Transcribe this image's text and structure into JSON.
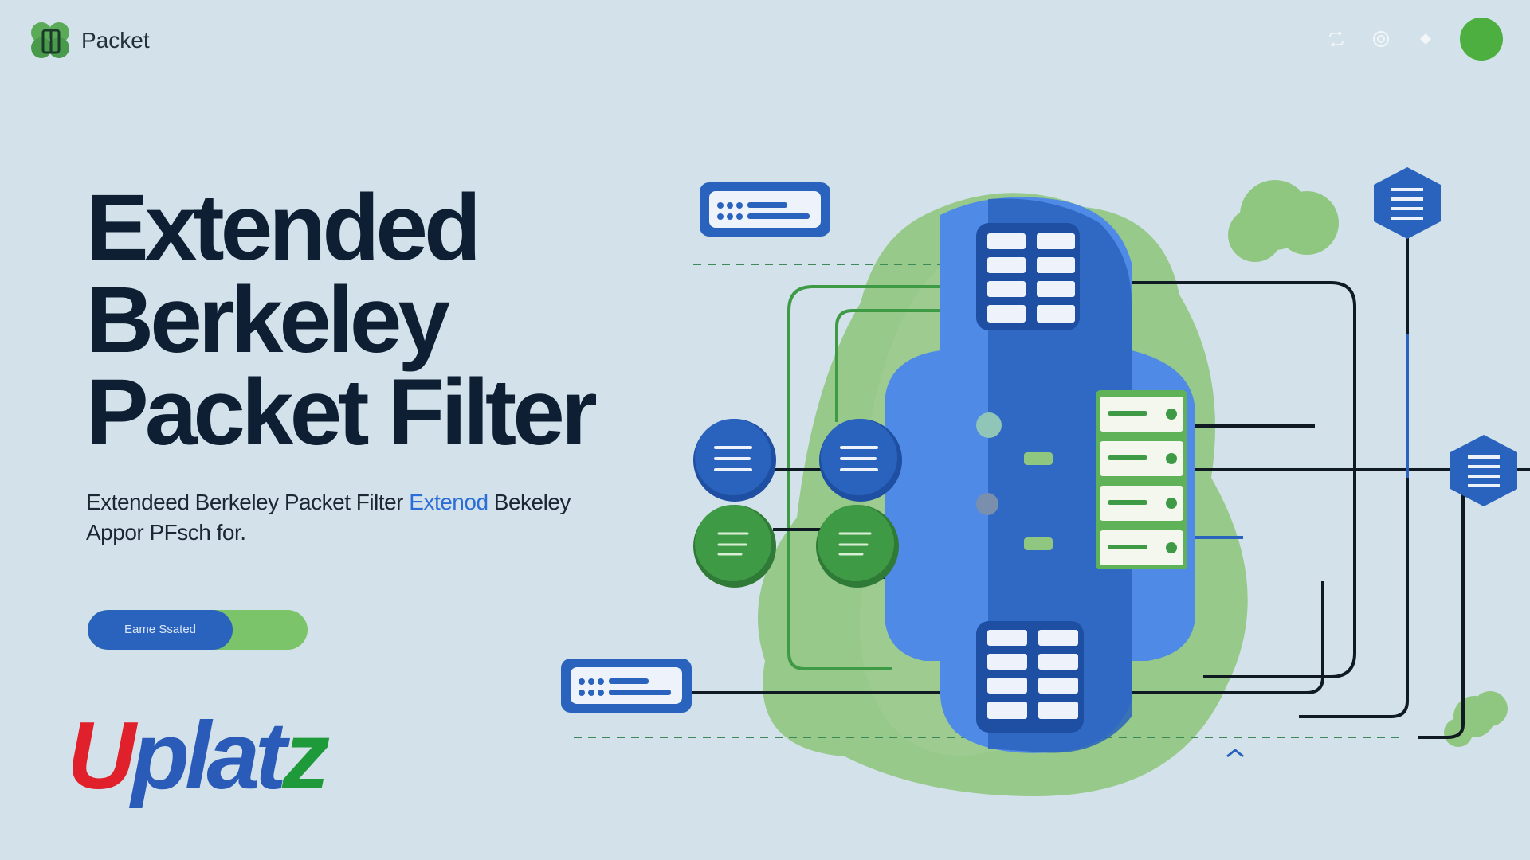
{
  "header": {
    "brand_name": "Packet",
    "actions": [
      {
        "icon": "sync-icon"
      },
      {
        "icon": "settings-icon"
      },
      {
        "icon": "diamond-icon"
      }
    ],
    "avatar_color": "#4caf3f"
  },
  "hero": {
    "title_lines": [
      "Extended",
      "Berkeley",
      "Packet Filter"
    ],
    "description_part1": "Extendeed Berkeley Packet Filter ",
    "description_highlight": "Extenod",
    "description_part2": " Bekeley",
    "description_line2": "Appor PFsch for.",
    "cta_label": "Eame Ssated",
    "cta_progress_percent": 66
  },
  "logo": {
    "text": "Uplatz",
    "colors": {
      "U": "#e0202a",
      "plat": "#2a5bb8",
      "z": "#1f9a3a"
    }
  },
  "colors": {
    "background": "#d3e2ea",
    "primary_blue": "#2a63bd",
    "light_blue": "#4f8ae6",
    "green": "#4a9d44",
    "light_green": "#8fc680",
    "dark": "#0e1f33"
  }
}
